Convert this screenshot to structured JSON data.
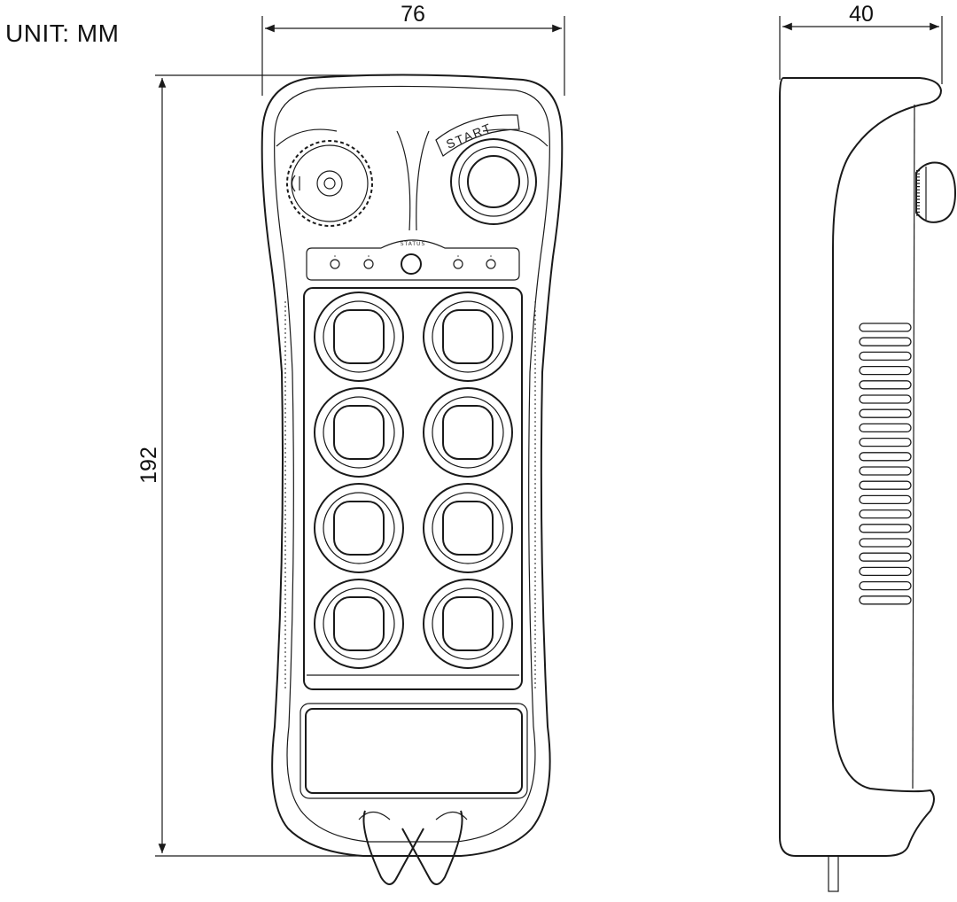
{
  "unit_label": "UNIT: MM",
  "dimensions": {
    "width": "76",
    "height": "192",
    "depth": "40"
  },
  "labels": {
    "start": "START",
    "status": "STATUS"
  },
  "button_grid": {
    "rows": 4,
    "cols": 2
  },
  "colors": {
    "line": "#1a1a1a",
    "background": "#ffffff"
  }
}
